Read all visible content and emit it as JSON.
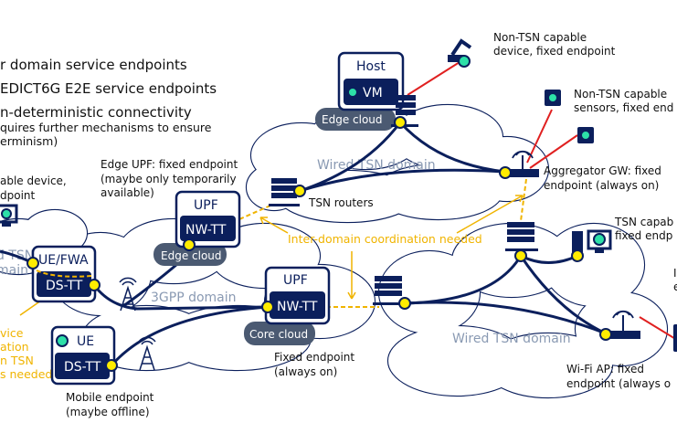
{
  "legend": {
    "line1": "r domain service endpoints",
    "line2": "EDICT6G E2E service endpoints",
    "line3": "n-deterministic connectivity",
    "line3_sub1": "quires further mechanisms to ensure",
    "line3_sub2": "erminism)"
  },
  "domains": {
    "wired_tsn_top": "Wired TSN domain",
    "wired_tsn_bottom": "Wired TSN domain",
    "gpp": "3GPP domain",
    "left_tsn_1": "d TSN",
    "left_tsn_2": "main"
  },
  "nodes": {
    "host": {
      "title": "Host",
      "inner": "VM",
      "cloud": "Edge cloud"
    },
    "edge_upf": {
      "title": "UPF",
      "inner": "NW-TT",
      "cloud": "Edge cloud"
    },
    "core_upf": {
      "title": "UPF",
      "inner": "NW-TT",
      "cloud": "Core cloud"
    },
    "ue_fwa": {
      "title": "UE/FWA",
      "inner": "DS-TT"
    },
    "ue": {
      "title": "UE",
      "inner": "DS-TT"
    }
  },
  "annotations": {
    "robot_1": "Non-TSN capable",
    "robot_2": "device, fixed endpoint",
    "sensors_1": "Non-TSN capable",
    "sensors_2": "sensors, fixed end",
    "agg_1": "Aggregator GW: fixed",
    "agg_2": "endpoint (always on)",
    "tsn_routers": "TSN routers",
    "edge_upf_1": "Edge UPF: fixed endpoint",
    "edge_upf_2": "(maybe only temporarily",
    "edge_upf_3": "available)",
    "left_dev_1": "able device,",
    "left_dev_2": "dpoint",
    "inter_domain": "Inter-domain coordination needed",
    "left_orange_1": "vice",
    "left_orange_2": "ation",
    "left_orange_3": "n TSN",
    "left_orange_4": "s needed",
    "mobile_1": "Mobile endpoint",
    "mobile_2": "(maybe offline)",
    "fixed_1": "Fixed endpoint",
    "fixed_2": "(always on)",
    "tsn_cap_1": "TSN capab",
    "tsn_cap_2": "fixed endp",
    "wifi_1": "Wi-Fi AP: fixed",
    "wifi_2": "endpoint (always o",
    "right_1": "I",
    "right_2": "e"
  },
  "colors": {
    "navy": "#0b1f5c",
    "yellow": "#ffec00",
    "teal": "#2de0a8",
    "orange": "#f0b400",
    "red": "#e02020",
    "domain_text": "#8a9ab3",
    "cloud_pill": "#4b5a72"
  }
}
